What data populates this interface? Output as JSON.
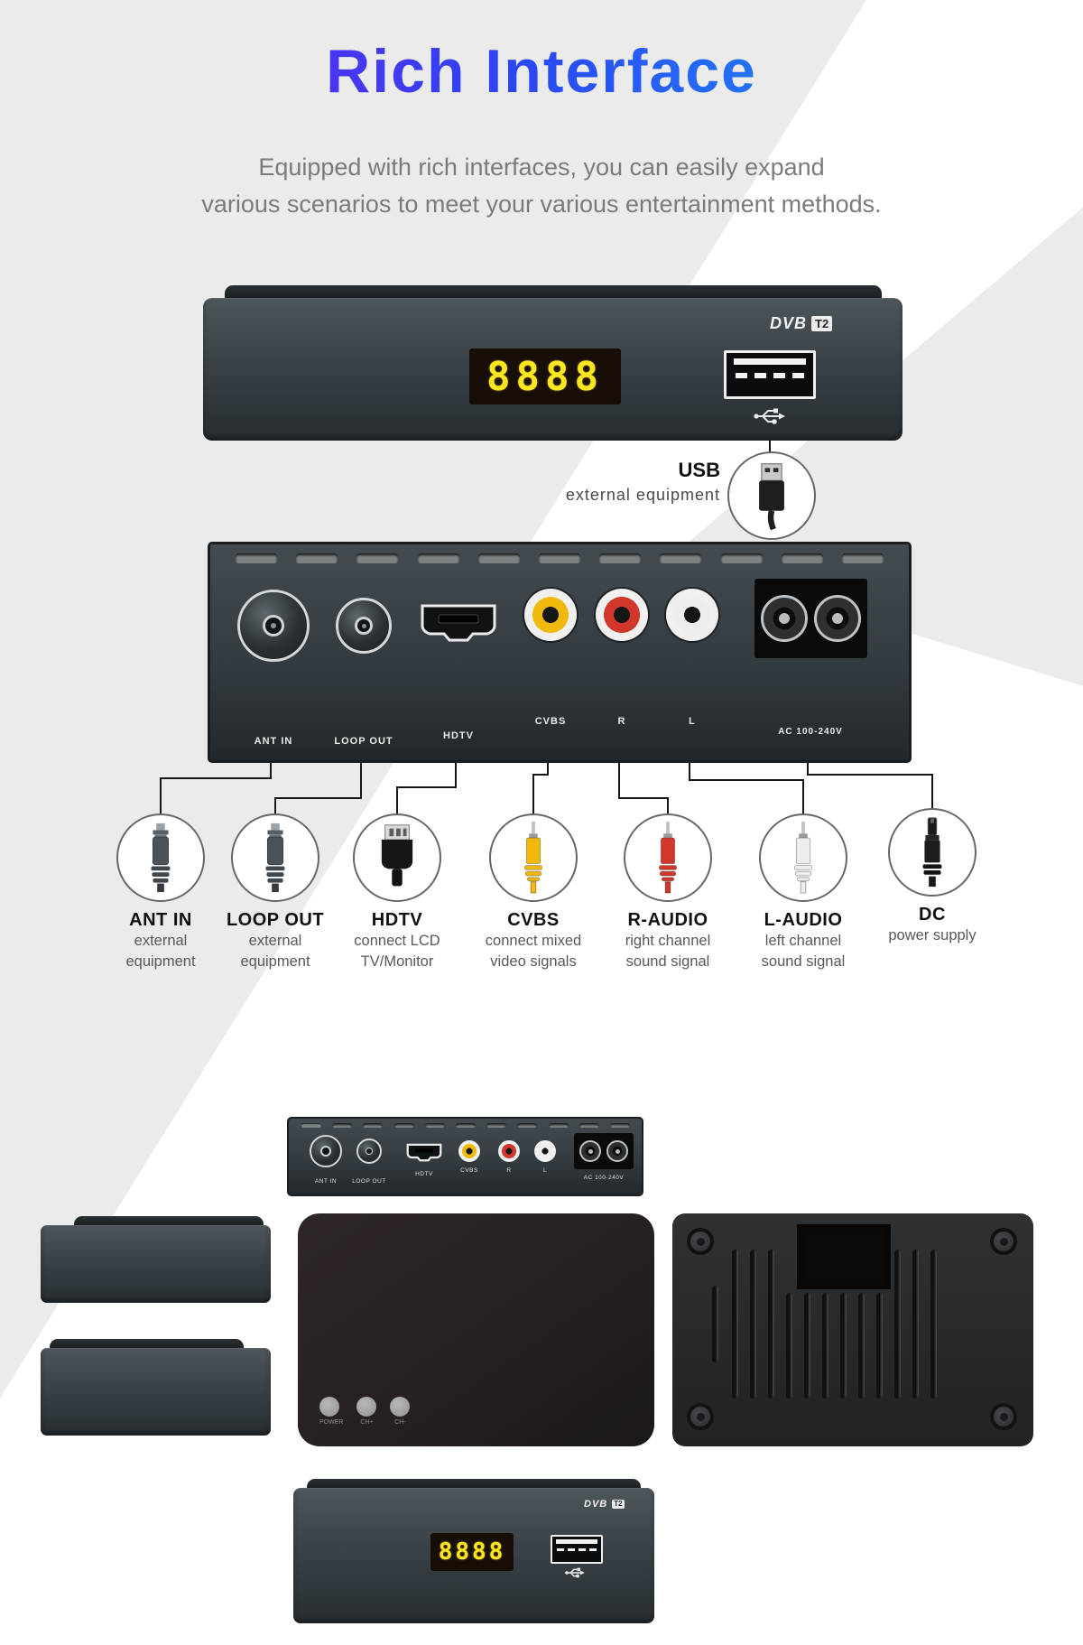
{
  "title": "Rich Interface",
  "subtitle": {
    "line1": "Equipped with rich interfaces, you can easily expand",
    "line2": "various scenarios to meet your various entertainment methods."
  },
  "brand": {
    "name": "DVB",
    "badge": "T2"
  },
  "front_view": {
    "led": "8888"
  },
  "usb_callout": {
    "name": "USB",
    "desc": "external equipment"
  },
  "back_panel": {
    "ant_in": "ANT IN",
    "loop_out": "LOOP OUT",
    "hdtv": "HDTV",
    "cvbs": "CVBS",
    "r": "R",
    "l": "L",
    "ac": "AC 100-240V"
  },
  "connectors": [
    {
      "name": "ANT IN",
      "desc1": "external",
      "desc2": "equipment"
    },
    {
      "name": "LOOP OUT",
      "desc1": "external",
      "desc2": "equipment"
    },
    {
      "name": "HDTV",
      "desc1": "connect LCD",
      "desc2": "TV/Monitor"
    },
    {
      "name": "CVBS",
      "desc1": "connect mixed",
      "desc2": "video signals"
    },
    {
      "name": "R-AUDIO",
      "desc1": "right channel",
      "desc2": "sound signal"
    },
    {
      "name": "L-AUDIO",
      "desc1": "left channel",
      "desc2": "sound signal"
    },
    {
      "name": "DC",
      "desc1": "power supply",
      "desc2": ""
    }
  ],
  "buttons": [
    {
      "label": "POWER"
    },
    {
      "label": "CH+"
    },
    {
      "label": "CH-"
    }
  ],
  "bottom_front": {
    "led": "8888"
  },
  "colors": {
    "rca_yellow": "#f0b90b",
    "rca_red": "#d2372b",
    "rca_white": "#ededed",
    "led_yellow": "#ffe71f"
  }
}
